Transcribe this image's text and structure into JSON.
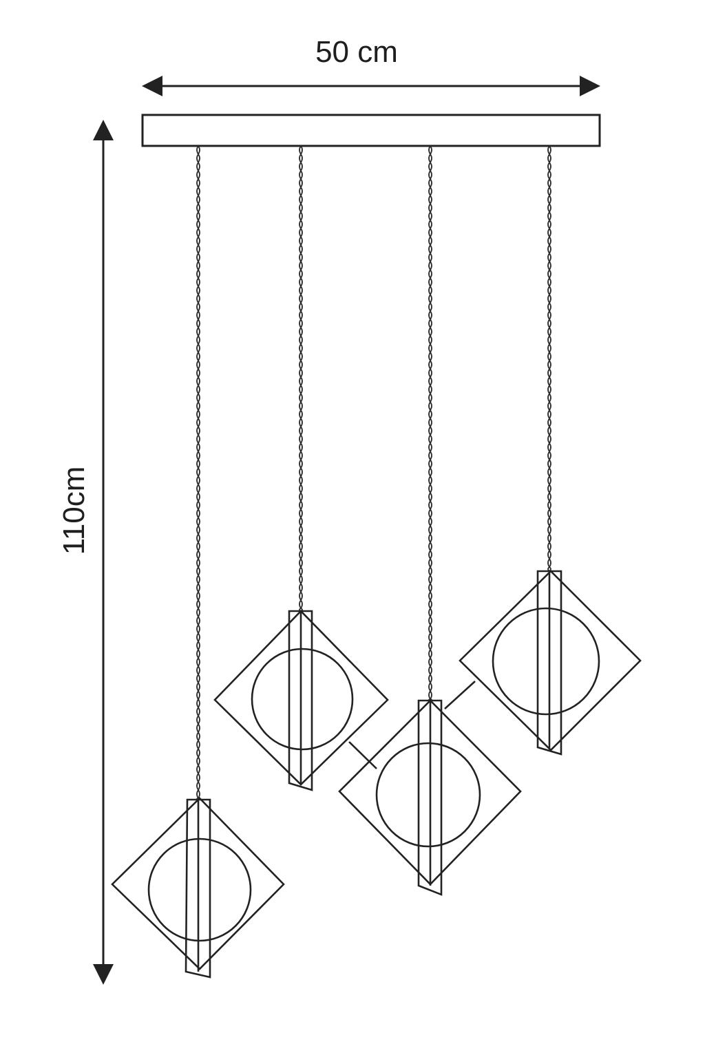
{
  "dimensions": {
    "width_label": "50 cm",
    "height_label": "110cm"
  },
  "pendants": {
    "count": 4
  },
  "colors": {
    "line": "#222222",
    "background": "#ffffff"
  }
}
